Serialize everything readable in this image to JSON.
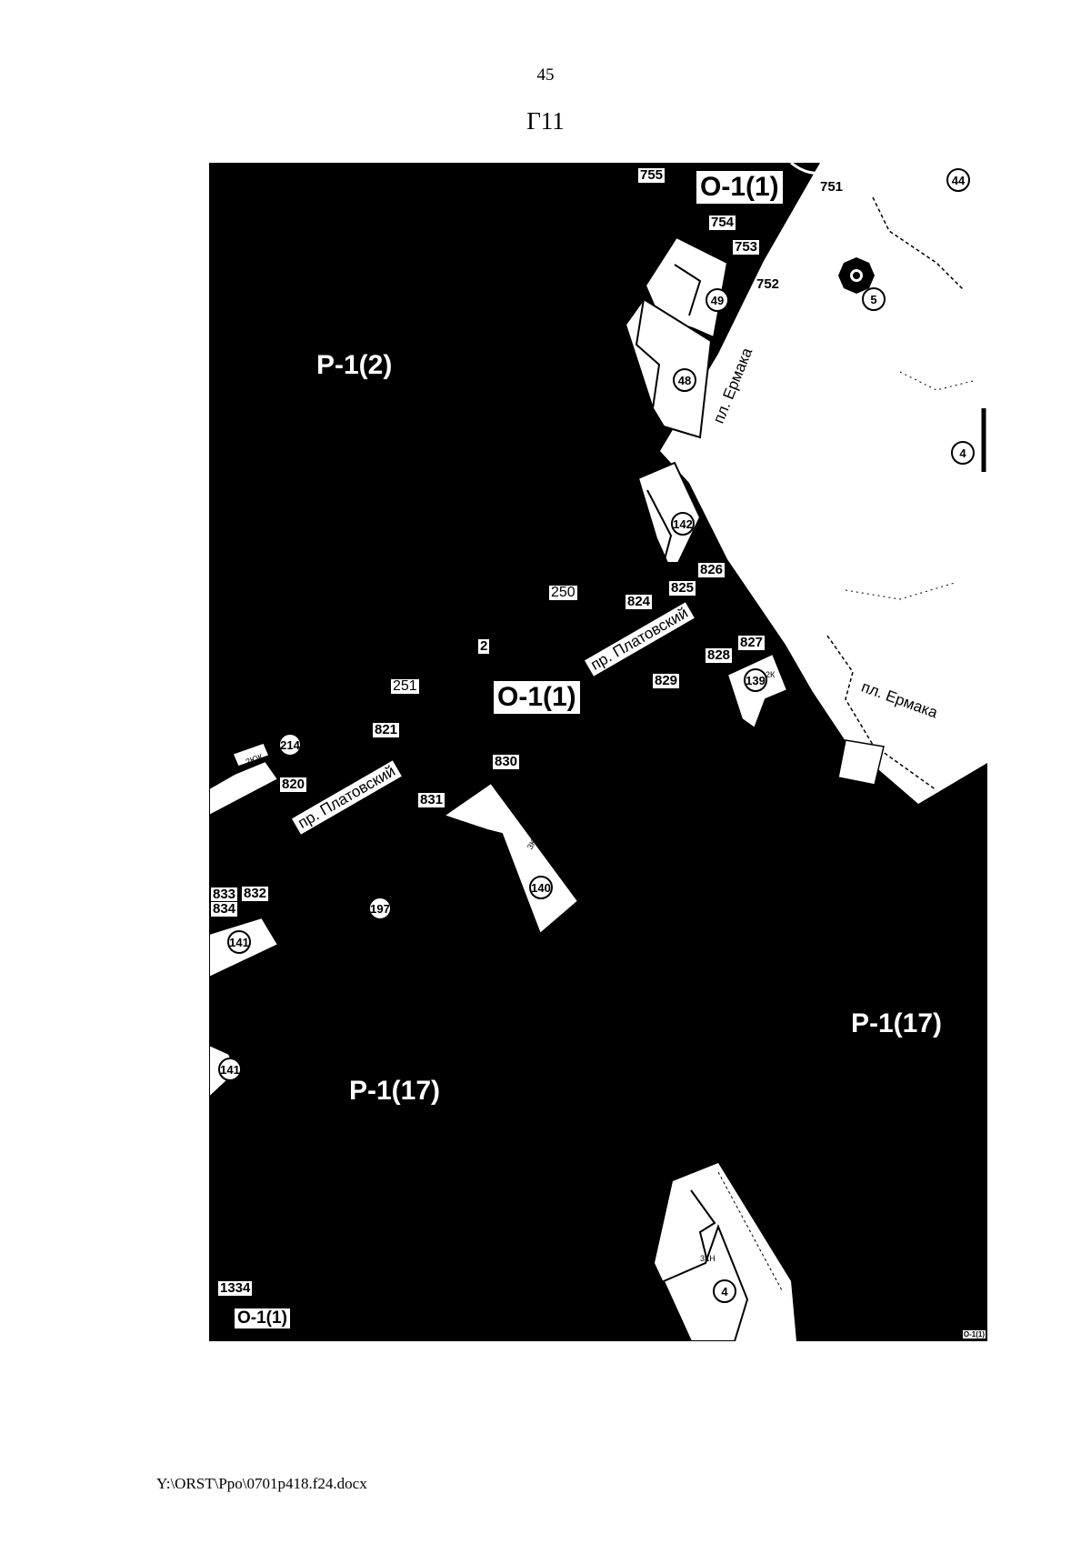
{
  "page": {
    "number": "45",
    "sheet_code": "Г11",
    "footer_path": "Y:\\ORST\\Ppo\\0701p418.f24.docx"
  },
  "map": {
    "zones": {
      "r1_2": "Р-1(2)",
      "r1_17_left": "Р-1(17)",
      "r1_17_right": "Р-1(17)",
      "o1_1_top": "О-1(1)",
      "o1_1_center": "О-1(1)",
      "o1_1_bottom": "О-1(1)",
      "o1_1_corner": "О-1(1)"
    },
    "parcels": {
      "p755": "755",
      "p754": "754",
      "p753": "753",
      "p752": "752",
      "p751": "751",
      "p250": "250",
      "p251": "251",
      "p2": "2",
      "p824": "824",
      "p825": "825",
      "p826": "826",
      "p827": "827",
      "p828": "828",
      "p829": "829",
      "p821": "821",
      "p820": "820",
      "p830": "830",
      "p831": "831",
      "p832": "832",
      "p833": "833",
      "p834": "834",
      "p1334": "1334"
    },
    "buildings": {
      "b44": "44",
      "b5": "5",
      "b49": "49",
      "b48": "48",
      "b4_upper": "4",
      "b142": "142",
      "b139": "139",
      "b214": "214",
      "b140": "140",
      "b197": "197",
      "b141_upper": "141",
      "b141_lower": "141",
      "b4_lower": "4"
    },
    "streets": {
      "ermaka_square_upper": "пл. Ермака",
      "ermaka_square_lower": "пл. Ермака",
      "platovsky_upper": "пр. Платовский",
      "platovsky_lower": "пр. Платовский"
    },
    "floor_marks": {
      "b214_floors": "2ЮК",
      "b140_floors": "3КН",
      "b139_floors": "2К",
      "b4_lower_floors": "3КН"
    },
    "colors": {
      "background": "#ffffff",
      "zone_fill": "#000000",
      "square_fill": "#ffffff"
    }
  }
}
